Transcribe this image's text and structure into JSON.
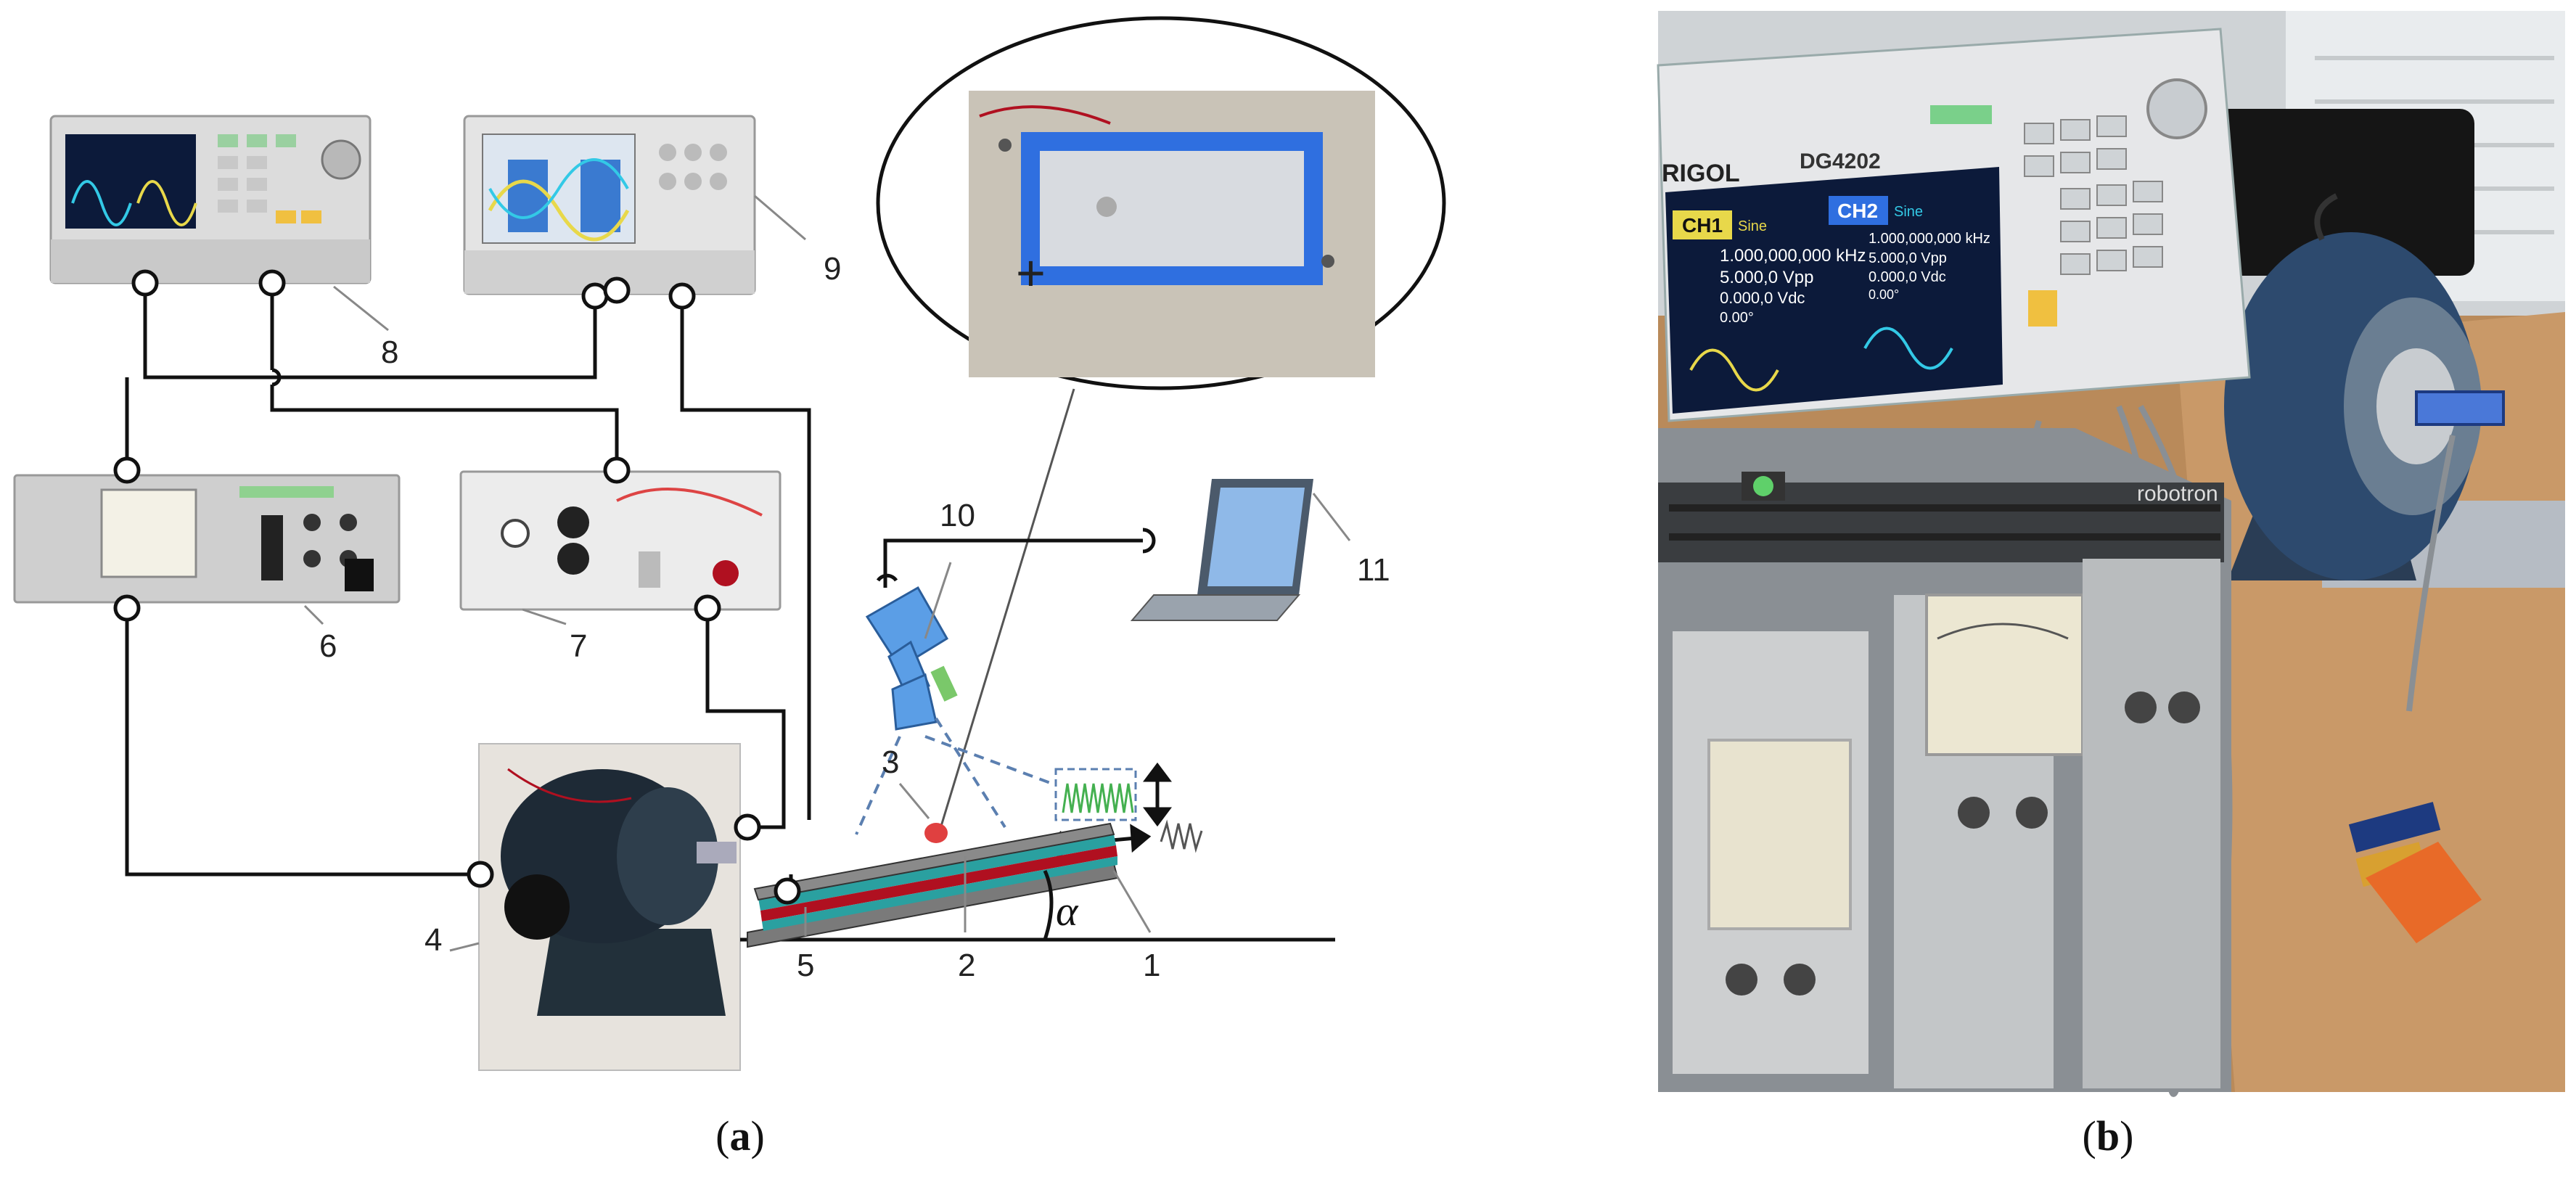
{
  "panel_a": {
    "caption_letter": "a",
    "labels": [
      "1",
      "2",
      "3",
      "4",
      "5",
      "6",
      "7",
      "8",
      "9",
      "10",
      "11"
    ],
    "alpha_symbol": "α"
  },
  "panel_b": {
    "caption_letter": "b",
    "generator_brand": "RIGOL",
    "generator_model": "DG4202",
    "ch1_label": "CH1",
    "ch1_mode": "Sine",
    "ch1_freq": "1.000,000,000 kHz",
    "ch1_ampl": "5.000,0 Vpp",
    "ch1_offset": "0.000,0 Vdc",
    "ch1_phase": "0.00°",
    "ch2_label": "CH2",
    "ch2_mode": "Sine",
    "ch2_freq": "1.000,000,000 kHz",
    "ch2_ampl": "5.000,0 Vpp",
    "ch2_offset": "0.000,0 Vdc",
    "ch2_phase": "0.00°",
    "rack_brand": "robotron"
  },
  "colors": {
    "wire": "#111111",
    "label_line": "#888888",
    "blue_frame": "#2f6fe0",
    "red_layer": "#b01020",
    "teal_layer": "#2aa0a0",
    "probe_blue": "#5b9ee6",
    "screen_bg": "#0c1a3a",
    "sine_yellow": "#e8d84a",
    "sine_cyan": "#33c9e6"
  }
}
